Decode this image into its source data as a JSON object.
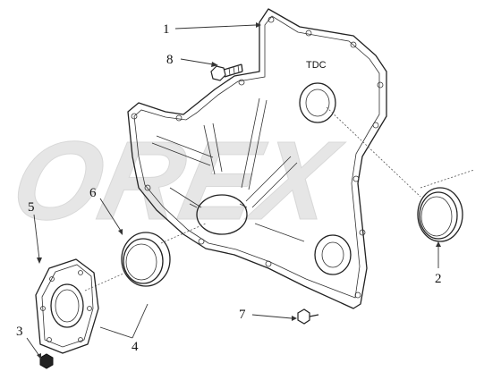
{
  "diagram": {
    "watermark": "OREX",
    "cover_label": "TDC",
    "callouts": [
      {
        "id": "c1",
        "text": "1"
      },
      {
        "id": "c2",
        "text": "2"
      },
      {
        "id": "c3",
        "text": "3"
      },
      {
        "id": "c4",
        "text": "4"
      },
      {
        "id": "c5",
        "text": "5"
      },
      {
        "id": "c6",
        "text": "6"
      },
      {
        "id": "c7",
        "text": "7"
      },
      {
        "id": "c8",
        "text": "8"
      }
    ]
  }
}
